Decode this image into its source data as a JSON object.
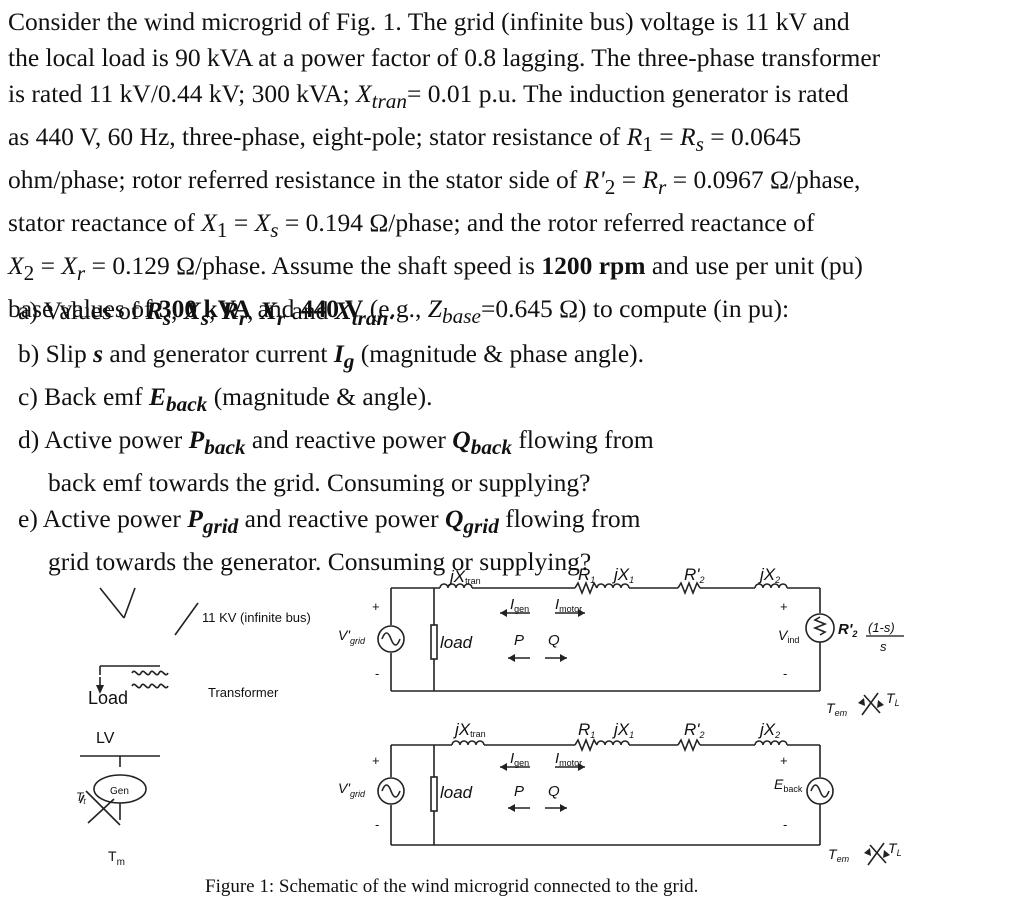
{
  "problem": {
    "line1": "Consider the wind microgrid of Fig. 1. The grid (infinite bus) voltage is 11 kV and",
    "line2": "the local load is 90 kVA at a power factor of 0.8 lagging. The three-phase transformer",
    "line3a": "is rated 11 kV/0.44 kV; 300 kVA; ",
    "xtran": "X",
    "xtran_sub": "tran",
    "line3b": "= 0.01 p.u. The induction generator is rated",
    "line4a": "as 440 V, 60 Hz, three-phase, eight-pole; stator resistance of ",
    "line4b": " = 0.0645",
    "line5a": "ohm/phase; rotor referred resistance in the stator side of ",
    "line5b": " = 0.0967 Ω/phase,",
    "line6a": "stator reactance of ",
    "line6b": " = 0.194 Ω/phase; and the rotor referred reactance of",
    "line7a": " = 0.129 Ω/phase. Assume the shaft speed is ",
    "speed": "1200 rpm",
    "line7b": " and use per unit (pu)",
    "line8a": "base values of ",
    "base_kva": "300 kVA",
    "line8b": " and ",
    "base_v": "440 V",
    "line8c": " (e.g., ",
    "line8d": "=0.645 Ω) to compute (in pu):"
  },
  "items": {
    "a": "a) Values of",
    "b1": "b) Slip",
    "b2": "and generator current",
    "b3": "(magnitude & phase angle).",
    "c1": "c) Back emf",
    "c2": "(magnitude & angle).",
    "d1": "d) Active power",
    "d2": "and reactive power",
    "d3": "flowing from",
    "d4": "back emf towards the grid. Consuming or supplying?",
    "e1": "e) Active power",
    "e2": "and reactive power",
    "e3": "flowing from",
    "e4": "grid towards the generator. Consuming or supplying?"
  },
  "figure": {
    "infinite_bus": "11 KV (infinite bus)",
    "transformer": "Transformer",
    "load": "Load",
    "lv": "LV",
    "gen": "Gen",
    "load_box": "load",
    "caption": "Figure 1: Schematic of the wind microgrid connected to the grid."
  }
}
